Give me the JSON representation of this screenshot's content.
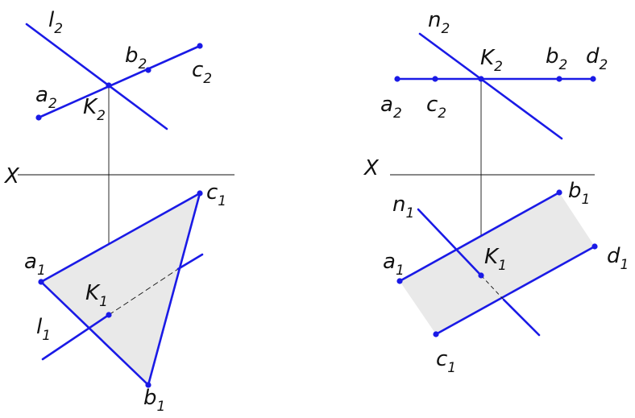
{
  "colors": {
    "line": "#1a1ae6",
    "construction": "#111111",
    "fill": "#e9e9e9",
    "point": "#1a1ae6"
  },
  "axis_label": "X",
  "figure_left": {
    "labels": {
      "l2": {
        "base": "l",
        "sub": "2"
      },
      "a2": {
        "base": "a",
        "sub": "2"
      },
      "b2": {
        "base": "b",
        "sub": "2"
      },
      "c2": {
        "base": "c",
        "sub": "2"
      },
      "k2": {
        "base": "K",
        "sub": "2"
      },
      "a1": {
        "base": "a",
        "sub": "1"
      },
      "b1": {
        "base": "b",
        "sub": "1"
      },
      "c1": {
        "base": "c",
        "sub": "1"
      },
      "k1": {
        "base": "K",
        "sub": "1"
      },
      "l1": {
        "base": "l",
        "sub": "1"
      }
    }
  },
  "figure_right": {
    "labels": {
      "n2": {
        "base": "n",
        "sub": "2"
      },
      "k2": {
        "base": "K",
        "sub": "2"
      },
      "b2": {
        "base": "b",
        "sub": "2"
      },
      "d2": {
        "base": "d",
        "sub": "2"
      },
      "a2": {
        "base": "a",
        "sub": "2"
      },
      "c2": {
        "base": "c",
        "sub": "2"
      },
      "n1": {
        "base": "n",
        "sub": "1"
      },
      "b1": {
        "base": "b",
        "sub": "1"
      },
      "d1": {
        "base": "d",
        "sub": "1"
      },
      "a1": {
        "base": "a",
        "sub": "1"
      },
      "k1": {
        "base": "K",
        "sub": "1"
      },
      "c1": {
        "base": "c",
        "sub": "1"
      }
    }
  }
}
